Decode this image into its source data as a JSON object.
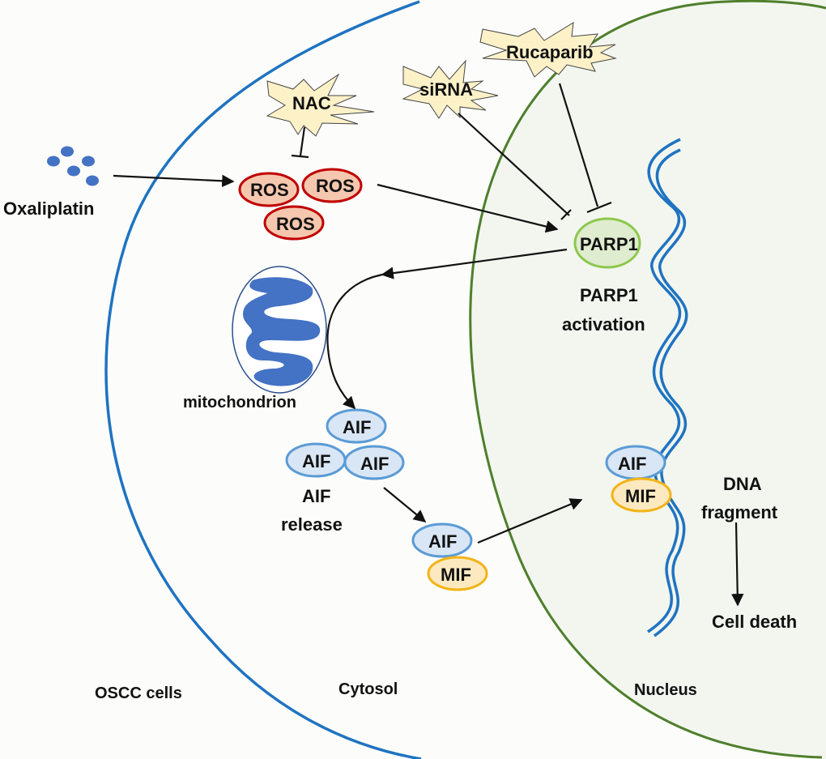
{
  "diagram": {
    "title": "Oxaliplatin-induced parthanatos pathway in OSCC cells",
    "colors": {
      "cell_membrane": "#1f73c1",
      "nuclear_membrane": "#4f7f2c",
      "nucleus_fill": "#f2f6ef",
      "ros_fill": "#f5c7ae",
      "ros_stroke": "#c00000",
      "aif_fill": "#d9e6f6",
      "aif_stroke": "#5b9bd5",
      "mif_fill": "#fde9c0",
      "mif_stroke": "#f2b418",
      "parp1_fill": "#dfeccf",
      "parp1_stroke": "#8cc84b",
      "inhibitor_fill": "#fdf1c8",
      "drug_dots": "#4472c4",
      "dna": "#1f73c1",
      "mitochondrion": "#4472c4"
    },
    "regions": {
      "cell": "OSCC cells",
      "cytosol": "Cytosol",
      "nucleus": "Nucleus"
    },
    "drug": {
      "label": "Oxaliplatin"
    },
    "inhibitors": {
      "nac": "NAC",
      "sirna": "siRNA",
      "rucaparib": "Rucaparib"
    },
    "nodes": {
      "ros": [
        "ROS",
        "ROS",
        "ROS"
      ],
      "parp1": "PARP1",
      "parp1_caption": [
        "PARP1",
        "activation"
      ],
      "mitochondrion": "mitochondrion",
      "aif_cluster": [
        "AIF",
        "AIF",
        "AIF"
      ],
      "aif_release_caption": [
        "AIF",
        "release"
      ],
      "aif_mif_cytosol": {
        "aif": "AIF",
        "mif": "MIF"
      },
      "aif_mif_nucleus": {
        "aif": "AIF",
        "mif": "MIF"
      },
      "dna_fragment": [
        "DNA",
        "fragment"
      ],
      "cell_death": "Cell death"
    },
    "edges": [
      {
        "from": "Oxaliplatin",
        "to": "ROS",
        "type": "activation"
      },
      {
        "from": "NAC",
        "to": "ROS",
        "type": "inhibition"
      },
      {
        "from": "ROS",
        "to": "PARP1",
        "type": "activation"
      },
      {
        "from": "siRNA",
        "to": "PARP1",
        "type": "inhibition"
      },
      {
        "from": "Rucaparib",
        "to": "PARP1",
        "type": "inhibition"
      },
      {
        "from": "PARP1",
        "to": "mitochondrion",
        "type": "activation"
      },
      {
        "from": "mitochondrion",
        "to": "AIF release",
        "type": "activation"
      },
      {
        "from": "AIF release",
        "to": "AIF-MIF complex",
        "type": "activation"
      },
      {
        "from": "AIF-MIF complex",
        "to": "Nucleus AIF-MIF",
        "type": "activation"
      },
      {
        "from": "DNA fragment",
        "to": "Cell death",
        "type": "activation"
      }
    ]
  }
}
